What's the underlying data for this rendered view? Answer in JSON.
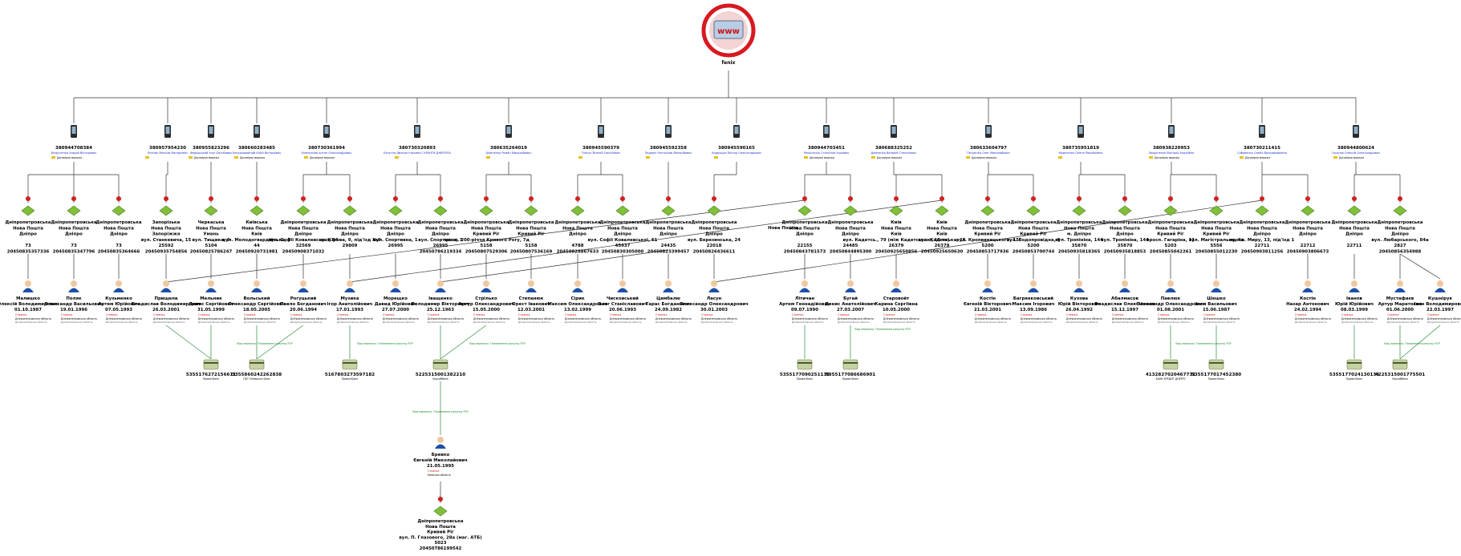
{
  "root": {
    "label": "fenix",
    "badge": "www"
  },
  "phones": [
    {
      "number": "380944708384",
      "owner": "Безрученко Андрій Вікторович",
      "tag": "Договірна мережа"
    },
    {
      "number": "380957954230",
      "owner": "Ясеник Максим Вікторович",
      "tag": ""
    },
    {
      "number": "380955823296",
      "owner": "Федорський Ігор Сергійович",
      "tag": "Договірна мережа"
    },
    {
      "number": "380660283485",
      "owner": "Бескоровайний Юрій Вікторович",
      "tag": "Договірна мережа"
    },
    {
      "number": "380730361994",
      "owner": "Ємельянов Антон Олександрович",
      "tag": "Договірна мережа"
    },
    {
      "number": "380730320893",
      "owner": "Безугла Дмитро Ігорович ГАРАНТИ ДЖЕРЕЛА",
      "tag": ""
    },
    {
      "number": "380635264019",
      "owner": "Шевченко Роман Миколайович",
      "tag": ""
    },
    {
      "number": "380945590379",
      "owner": "Ткачук Віталій Сергійович",
      "tag": ""
    },
    {
      "number": "380945592358",
      "owner": "Падерін Ростислав Валерійович",
      "tag": ""
    },
    {
      "number": "380945590165",
      "owner": "Андрощук Віктор Олександрович",
      "tag": ""
    },
    {
      "number": "380944703451",
      "owner": "Мельничук Станіслав Ігорович",
      "tag": "Договірна мережа"
    },
    {
      "number": "380688325252",
      "owner": "Демченко Валерій Степанович",
      "tag": "Договірна мережа"
    },
    {
      "number": "380633604797",
      "owner": "Петренко Олег Миколайович",
      "tag": "Договірна мережа"
    },
    {
      "number": "380735951819",
      "owner": "Кравченко Олена Михайлівна",
      "tag": ""
    },
    {
      "number": "380938220953",
      "owner": "Захарченко Вікторія Андріївна",
      "tag": "Договірна мережа"
    },
    {
      "number": "380730211415",
      "owner": "Собовенко Олена Володимирівна",
      "tag": "Договірна мережа"
    },
    {
      "number": "380944800624",
      "owner": "Гасанов Олексій Олександрович",
      "tag": "Договірна мережа"
    }
  ],
  "branches": [
    {
      "lines": [
        "Дніпропетровська",
        "Нова Пошта",
        "Дніпро",
        "",
        "73"
      ],
      "code": "20450835357336"
    },
    {
      "lines": [
        "Дніпропетровська",
        "Нова Пошта",
        "Дніпро",
        "",
        "73"
      ],
      "code": "20450835347796"
    },
    {
      "lines": [
        "Дніпропетровська",
        "Нова Пошта",
        "Дніпро",
        "",
        "73"
      ],
      "code": "20450835364666"
    },
    {
      "lines": [
        "Запорізька",
        "Нова Пошта",
        "Запоріжжя",
        "вул. Станкевича, 15",
        "25592"
      ],
      "code": "20450935754856"
    },
    {
      "lines": [
        "Черкаська",
        "Нова Пошта",
        "Умань",
        "вул. Тищика, 6",
        "5104"
      ],
      "code": "20450825786247"
    },
    {
      "lines": [
        "Київська",
        "Нова Пошта",
        "Київ",
        "вул. Молодогвардійська, 7",
        "44"
      ],
      "code": "20450920731981"
    },
    {
      "lines": [
        "Дніпропетровська",
        "Нова Пошта",
        "Дніпро",
        "вул. Софії Ковалевської, 84",
        "32569"
      ],
      "code": "20450908371032"
    },
    {
      "lines": [
        "Дніпропетровська",
        "Нова Пошта",
        "Дніпро",
        "пр. Кірова, 9, під'їзд №6",
        "29809"
      ],
      "code": ""
    },
    {
      "lines": [
        "Дніпропетровська",
        "Нова Пошта",
        "Дніпро",
        "вул. Спортивна, 1",
        "26995"
      ],
      "code": ""
    },
    {
      "lines": [
        "Дніпропетровська",
        "Нова Пошта",
        "Дніпро",
        "вул. Спортивна, 1",
        "26995"
      ],
      "code": "20450786219334"
    },
    {
      "lines": [
        "Дніпропетровська",
        "Нова Пошта",
        "Кривий Ріг",
        "просп. 200-річчя Кривого Рогу, 7д",
        "5158"
      ],
      "code": "20450807529306"
    },
    {
      "lines": [
        "Дніпропетровська",
        "Нова Пошта",
        "Кривий Ріг",
        "",
        "5158"
      ],
      "code": "20450807536169"
    },
    {
      "lines": [
        "Дніпропетровська",
        "Нова Пошта",
        "Дніпро",
        "",
        "4788"
      ],
      "code": "20450828867633"
    },
    {
      "lines": [
        "Дніпропетровська",
        "Нова Пошта",
        "Дніпро",
        "вул. Софії Ковалевської, 61",
        "45937"
      ],
      "code": "20450830305000"
    },
    {
      "lines": [
        "Дніпропетровська",
        "Нова Пошта",
        "Дніпро",
        "",
        "24435"
      ],
      "code": "20450823399457"
    },
    {
      "lines": [
        "Дніпропетровська",
        "Нова Пошта",
        "Дніпро",
        "вул. Березинська, 24",
        "22018"
      ],
      "code": "20450826436611"
    },
    {
      "lines": [
        "Дніпропетровська",
        "Нова Пошта",
        "Дніпро",
        "",
        "22155"
      ],
      "code": "20450843781573"
    },
    {
      "lines": [
        "Дніпропетровська",
        "Нова Пошта",
        "Дніпро",
        "",
        "24485"
      ],
      "code": "20450844895300"
    },
    {
      "lines": [
        "Київ",
        "Нова Пошта",
        "Київ",
        "вул. Кадетсь., 79 (між Кадетською, 15 та)",
        "26379"
      ],
      "code": "20450925650856"
    },
    {
      "lines": [
        "Київ",
        "Нова Пошта",
        "Київ",
        "вул. Кадетська, 15",
        "26379"
      ],
      "code": "20450925650630"
    },
    {
      "lines": [
        "Дніпропетровська",
        "Нова Пошта",
        "Кривий Ріг",
        "вул. Кропивницького, 15",
        "5200"
      ],
      "code": "20450853717936"
    },
    {
      "lines": [
        "Дніпропетровська",
        "Нова Пошта",
        "Кривий Ріг",
        "вул. Водопровідна, 9",
        "5200"
      ],
      "code": "20450853700744"
    },
    {
      "lines": [
        "Дніпропетровська",
        "Нова Пошта",
        "м. Дніпро",
        "вул. Тропініна, 144",
        "35870"
      ],
      "code": "20450935818365"
    },
    {
      "lines": [
        "Дніпропетровська",
        "Нова Пошта",
        "Дніпро",
        "вул. Тропініна, 144",
        "35870"
      ],
      "code": "20450935818853"
    },
    {
      "lines": [
        "Дніпропетровська",
        "Нова Пошта",
        "Кривий Ріг",
        "просп. Гагаріна, 11",
        "5203"
      ],
      "code": "20450855042261"
    },
    {
      "lines": [
        "Дніпропетровська",
        "Нова Пошта",
        "Кривий Ріг",
        "вул. Магістральна, 4а",
        "5556"
      ],
      "code": "20450855012230"
    },
    {
      "lines": [
        "Дніпропетровська",
        "Нова Пошта",
        "Дніпро",
        "просп. Миру, 13, під'їзд 1",
        "22711"
      ],
      "code": "20450903811256"
    },
    {
      "lines": [
        "Дніпропетровська",
        "Нова Пошта",
        "Дніпро",
        "",
        "22712"
      ],
      "code": "20450903806673"
    },
    {
      "lines": [
        "Дніпропетровська",
        "Нова Пошта",
        "Дніпро",
        "",
        "22711"
      ],
      "code": ""
    },
    {
      "lines": [
        "Дніпропетровська",
        "Нова Пошта",
        "Дніпро",
        "вул. Любарського, 84а",
        "2827"
      ],
      "code": "20450856354988"
    }
  ],
  "persons": [
    {
      "name": "Малишко",
      "full": "Олексій Володимирович",
      "date": "01.10.1987"
    },
    {
      "name": "Поляк",
      "full": "Олександр Васильович",
      "date": "19.01.1996"
    },
    {
      "name": "Кузьменко",
      "full": "Артем Юрійович",
      "date": "07.05.1993"
    },
    {
      "name": "Прищепа",
      "full": "Владислав Володимирович",
      "date": "26.03.2001"
    },
    {
      "name": "Мельник",
      "full": "Денис Сергійович",
      "date": "31.05.1999"
    },
    {
      "name": "Вольський",
      "full": "Олександр Сергійович",
      "date": "18.05.2005"
    },
    {
      "name": "Рогуцький",
      "full": "Павло Богданович",
      "date": "20.06.1994"
    },
    {
      "name": "Музика",
      "full": "Ігор Анатолійович",
      "date": "17.01.1993"
    },
    {
      "name": "Морещко",
      "full": "Давид Юрійович",
      "date": "27.07.2000"
    },
    {
      "name": "Іващенко",
      "full": "Володимир Вікторович",
      "date": "25.12.1963"
    },
    {
      "name": "Стрілько",
      "full": "Артур Олександрович",
      "date": "15.05.2000"
    },
    {
      "name": "Степанюк",
      "full": "Орест Іванович",
      "date": "12.03.2001"
    },
    {
      "name": "Сірик",
      "full": "Максим Олександрович",
      "date": "13.02.1999"
    },
    {
      "name": "Чисковський",
      "full": "Олег Станіславович",
      "date": "20.06.1993"
    },
    {
      "name": "Цимбалю",
      "full": "Тарас Богданович",
      "date": "24.09.1982"
    },
    {
      "name": "Ласун",
      "full": "Олександр Олександрович",
      "date": "30.01.2003"
    },
    {
      "name": "Літичан",
      "full": "Артем Геннадійович",
      "date": "09.07.1990"
    },
    {
      "name": "Бугай",
      "full": "Денис Анатолійович",
      "date": "27.03.2007"
    },
    {
      "name": "Старовойт",
      "full": "Карина Сергіївна",
      "date": "10.05.2000"
    },
    {
      "name": "Костін",
      "full": "Євгеній Вікторович",
      "date": "21.03.2001"
    },
    {
      "name": "Багрянковський",
      "full": "Максим Ігорович",
      "date": "13.09.1986"
    },
    {
      "name": "Кухова",
      "full": "Юрій Вікторович",
      "date": "26.04.1992"
    },
    {
      "name": "Абалмасов",
      "full": "Владислав Олексійович",
      "date": "15.12.1997"
    },
    {
      "name": "Павлюк",
      "full": "Олександр Олександрович",
      "date": "01.08.2001"
    },
    {
      "name": "Шешко",
      "full": "Ілля Васильович",
      "date": "15.06.1987"
    },
    {
      "name": "Костін",
      "full": "Назар Антонович",
      "date": "24.02.1994"
    },
    {
      "name": "Іванов",
      "full": "Юрій Юрійович",
      "date": "08.03.1999"
    },
    {
      "name": "Мустафаєв",
      "full": "Артур Маратович",
      "date": "01.06.2000"
    },
    {
      "name": "Кушнірук",
      "full": "Іван Володимирович",
      "date": "22.03.1997"
    }
  ],
  "person_status": "Стоянка",
  "person_region": "Дніпропетровська область",
  "cards": [
    {
      "number": "5355176272156611",
      "bank": "ПриватБанк"
    },
    {
      "number": "5355860242262838",
      "bank": "ПАТ Універсал Банк"
    },
    {
      "number": "5167803273597182",
      "bank": "ПриватБанк"
    },
    {
      "number": "5225315001382210",
      "bank": "Укрсиббанк"
    },
    {
      "number": "5355177090251139",
      "bank": "ПриватБанк"
    },
    {
      "number": "5355177086686901",
      "bank": "ПриватБанк"
    },
    {
      "number": "4132827020467731",
      "bank": "БАНК КРЕДИТ ДНІПРО"
    },
    {
      "number": "5355177017452380",
      "bank": "ПриватБанк"
    },
    {
      "number": "5355177024130136",
      "bank": "ПриватБанк"
    },
    {
      "number": "4225315001775501",
      "bank": "Укрсиббанк"
    }
  ],
  "edge_label": "Вид переказу: Поповнення рахунку P2P",
  "link_label": "Нова Пошта",
  "bottom_person": {
    "name": "Бревко",
    "full": "Євгеній Миколайович",
    "date": "21.05.1995",
    "status": "Стоянка",
    "region": "Київська область"
  },
  "bottom_branch": {
    "lines": [
      "Дніпропетровська",
      "Нова Пошта",
      "Кривий Ріг",
      "вул. П. Глазового, 28а (маг. АТБ)",
      "5023"
    ],
    "code": "20450786199542"
  }
}
